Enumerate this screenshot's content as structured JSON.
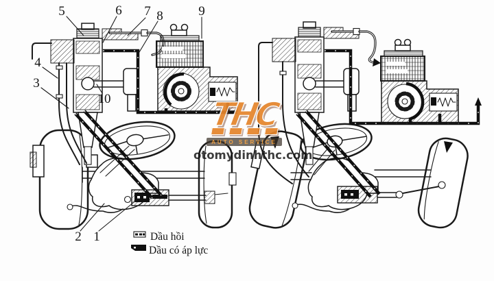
{
  "figure": {
    "callouts": [
      {
        "label": "1"
      },
      {
        "label": "2"
      },
      {
        "label": "3"
      },
      {
        "label": "4"
      },
      {
        "label": "5"
      },
      {
        "label": "6"
      },
      {
        "label": "7"
      },
      {
        "label": "8"
      },
      {
        "label": "9"
      },
      {
        "label": "10"
      }
    ],
    "legend": {
      "items": [
        {
          "key": "return-oil",
          "label": "Dầu hồi"
        },
        {
          "key": "pressure-oil",
          "label": "Dầu có áp lực"
        }
      ]
    }
  },
  "watermark": {
    "logo": "THC",
    "tagline": "AUTO SERVICE",
    "site": "otomydinhthc.com"
  },
  "colors": {
    "ink": "#1a1a1a",
    "watermark_orange": "#e5852c",
    "watermark_bar": "#3e342c"
  }
}
